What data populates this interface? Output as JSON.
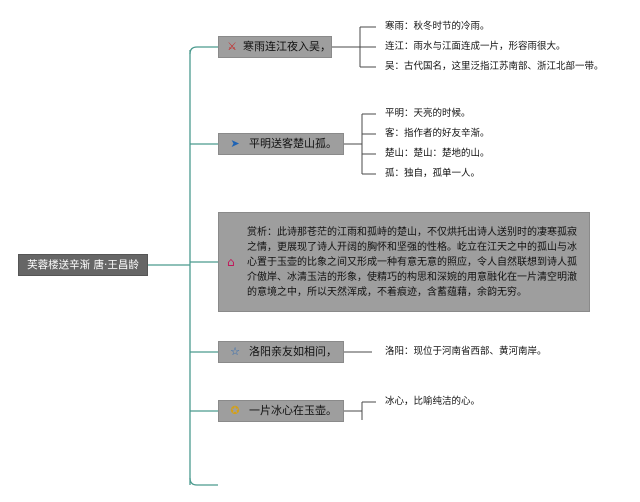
{
  "root": {
    "label": "芙蓉楼送辛渐 唐·王昌龄"
  },
  "branches": [
    {
      "label": "寒雨连江夜入吴，",
      "icon": "crossed-tools-icon",
      "icon_color": "#c62828"
    },
    {
      "label": "平明送客楚山孤。",
      "icon": "paper-plane-icon",
      "icon_color": "#1e63b5"
    },
    {
      "label": "洛阳亲友如相问，",
      "icon": "star-icon",
      "icon_color": "#1e63b5"
    },
    {
      "label": "一片冰心在玉壶。",
      "icon": "medal-icon",
      "icon_color": "#d4a017"
    }
  ],
  "leaves": [
    [
      "寒雨：秋冬时节的冷雨。",
      "连江：雨水与江面连成一片，形容雨很大。",
      "吴：古代国名，这里泛指江苏南部、浙江北部一带。"
    ],
    [
      "平明：天亮的时候。",
      "客：指作者的好友辛渐。",
      "楚山：楚山：楚地的山。",
      "孤：独自，孤单一人。"
    ],
    [
      "洛阳：现位于河南省西部、黄河南岸。"
    ],
    [
      "冰心，比喻纯洁的心。"
    ]
  ],
  "note": {
    "icon": "house-icon",
    "text": "赏析：此诗那苍茫的江雨和孤峙的楚山，不仅烘托出诗人送别时的凄寒孤寂之情，更展现了诗人开阔的胸怀和坚强的性格。屹立在江天之中的孤山与冰心置于玉壶的比象之间又形成一种有意无意的照应，令人自然联想到诗人孤介傲岸、冰清玉洁的形象，使精巧的构思和深婉的用意融化在一片清空明澈的意境之中，所以天然浑成，不着痕迹，含蓄蕴藉，余韵无穷。"
  }
}
